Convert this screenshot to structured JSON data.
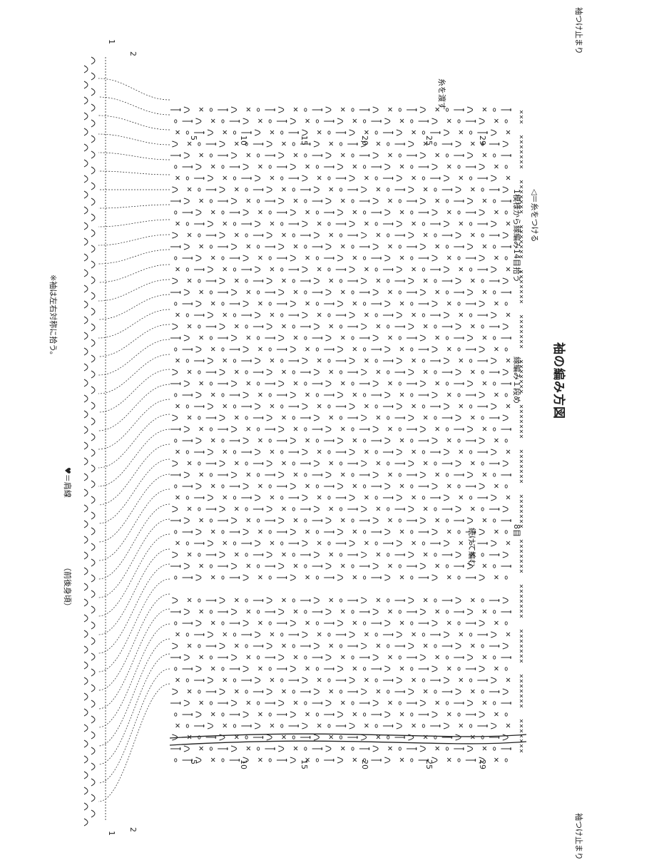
{
  "title": "袖の編み方図",
  "notes": {
    "attach_yarn": "◁＝糸をつける",
    "pick_up": "1模様から縁編み14目拾う",
    "edge_row1": "縁編み１段め",
    "eight_stitches": "8目",
    "continue_knit": "続けて編む",
    "pass_yarn": "糸を渡す",
    "sleeve_end": "袖つけ止まり",
    "front_back": "（前後身頃）",
    "shoulder_line": "♥＝肩線",
    "symmetric": "※袖は左右対称に拾う。"
  },
  "row_numbers": [
    "29",
    "25",
    "20",
    "15",
    "10",
    "5",
    "2",
    "1"
  ],
  "colors": {
    "ink": "#222222",
    "paper": "#ffffff"
  }
}
